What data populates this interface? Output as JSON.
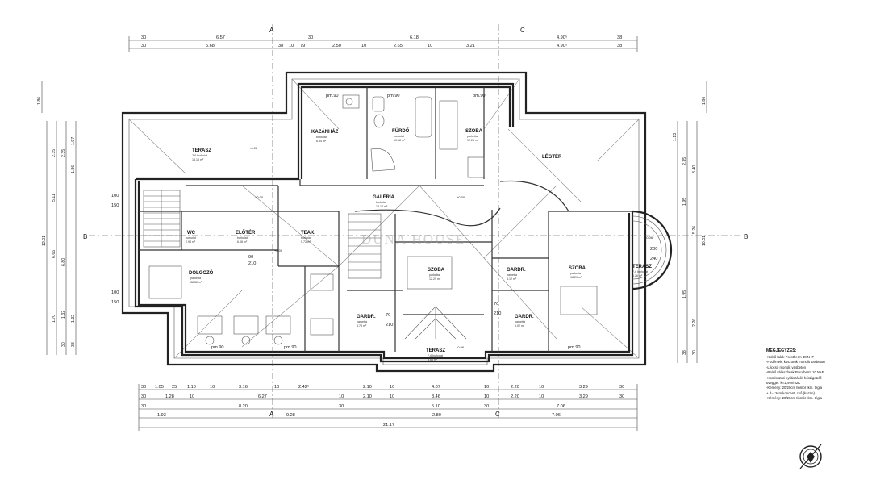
{
  "rooms": {
    "terasz_nw": {
      "name": "TERASZ",
      "sub": "7-6 burkolat",
      "area": "13.16 m²"
    },
    "kazanhaz": {
      "name": "KAZÁNHÁZ",
      "sub": "burkolat",
      "area": "6.84 m²"
    },
    "furdo": {
      "name": "FÜRDŐ",
      "sub": "burkolat",
      "area": "10.98 m²"
    },
    "szoba_n": {
      "name": "SZOBA",
      "sub": "parketta",
      "area": "12.21 m²"
    },
    "legter": {
      "name": "LÉGTÉR"
    },
    "galeria": {
      "name": "GALÉRIA",
      "sub": "burkolat",
      "area": "18.17 m²"
    },
    "wc": {
      "name": "WC",
      "sub": "burkolat",
      "area": "2.94 m²"
    },
    "eloter": {
      "name": "ELŐTÉR",
      "sub": "burkolat",
      "area": "6.08 m²"
    },
    "teakonyha": {
      "name": "TEAK.",
      "sub": "burkolat",
      "area": "5.73 m²"
    },
    "dolgozo": {
      "name": "DOLGOZÓ",
      "sub": "parketta",
      "area": "38.52 m²"
    },
    "szoba_c": {
      "name": "SZOBA",
      "sub": "parketta",
      "area": "12.29 m²"
    },
    "gardrob_c": {
      "name": "GARDR.",
      "sub": "parketta",
      "area": "4.12 m²"
    },
    "szoba_e": {
      "name": "SZOBA",
      "sub": "parketta",
      "area": "18.29 m²"
    },
    "terasz_e": {
      "name": "TERASZ",
      "sub": "7-6 burkolat",
      "area": "4.26 m²"
    },
    "gardrob_s1": {
      "name": "GARDR.",
      "sub": "parketta",
      "area": "4.78 m²"
    },
    "gardrob_s2": {
      "name": "GARDR.",
      "sub": "parketta",
      "area": "5.02 m²"
    },
    "terasz_s": {
      "name": "TERASZ",
      "sub": "7-6 burkolat",
      "area": "3.65 m²"
    }
  },
  "levels": {
    "terasz_nw": "-0.06",
    "galeria": "+0.00",
    "eloter": "+0.00",
    "dolgozo": "+0.00",
    "terasz_e": "-0.06",
    "terasz_s": "-0.06"
  },
  "axes": {
    "a": "A",
    "b": "B",
    "c": "C"
  },
  "dims_top": {
    "row1": [
      "30",
      "6.57",
      "30",
      "6.18",
      "4.90⁵",
      "38"
    ],
    "row2": [
      "30",
      "5.68",
      "38",
      "10",
      "79",
      "2.50",
      "10",
      "2.65",
      "10",
      "3.21",
      "4.90⁵",
      "38"
    ]
  },
  "dims_bottom": {
    "row1": [
      "30",
      "1.05",
      "25",
      "1.10",
      "10",
      "3.16",
      "10",
      "2.42⁵",
      "2.10",
      "10",
      "4.07",
      "10",
      "2.20",
      "10",
      "3.29",
      "30"
    ],
    "row2": [
      "30",
      "1.28",
      "10",
      "6.27",
      "10",
      "2.10",
      "10",
      "3.46",
      "10",
      "2.20",
      "10",
      "3.29",
      "30"
    ],
    "row3": [
      "30",
      "8.20",
      "30",
      "5.10",
      "30",
      "7.06"
    ],
    "row4": [
      "1.93",
      "9.28",
      "2.80",
      "7.06"
    ],
    "total": "21.17"
  },
  "dims_left": [
    "1.86",
    "2.35",
    "2.35",
    "1.97",
    "1.86",
    "5.11",
    "6.65",
    "12.01",
    "6.80",
    "1.70",
    "1.32",
    "1.32",
    "38",
    "30"
  ],
  "dims_right": [
    "1.86",
    "1.13",
    "2.35",
    "3.40",
    "1.95",
    "5.26",
    "10.01",
    "1.95",
    "2.26",
    "38",
    "30"
  ],
  "openings": [
    "100",
    "150",
    "100",
    "150",
    "90",
    "210",
    "70",
    "210",
    "70",
    "210",
    "200",
    "240",
    "pm.90",
    "pm.90",
    "pm.90",
    "pm.90",
    "pm.90",
    "pm.90"
  ],
  "watermark": "DUNA HOUSE",
  "legend": {
    "title": "MEGJEGYZÉS:",
    "items": [
      "-Külső falak Porotherm 38 N+F",
      "-Födémek, koszorúk monolit vasbeton",
      "-Lépcső monolit vasbeton",
      "-Belső válaszfalak Porotherm 10 N+F",
      "-Homlokzati nyílászárók hőszigetelő",
      " üveggel: k=1,4W/m2K",
      "-Kémény: 20/20cm Ilomór Ikm. tégla",
      " + d=12cm koncent. cső (kazán)",
      "-Kémény: 20/20cm Ilomór Ikm. tégla"
    ]
  },
  "colors": {
    "line": "#222222",
    "paper": "#ffffff",
    "watermark": "#999999"
  }
}
